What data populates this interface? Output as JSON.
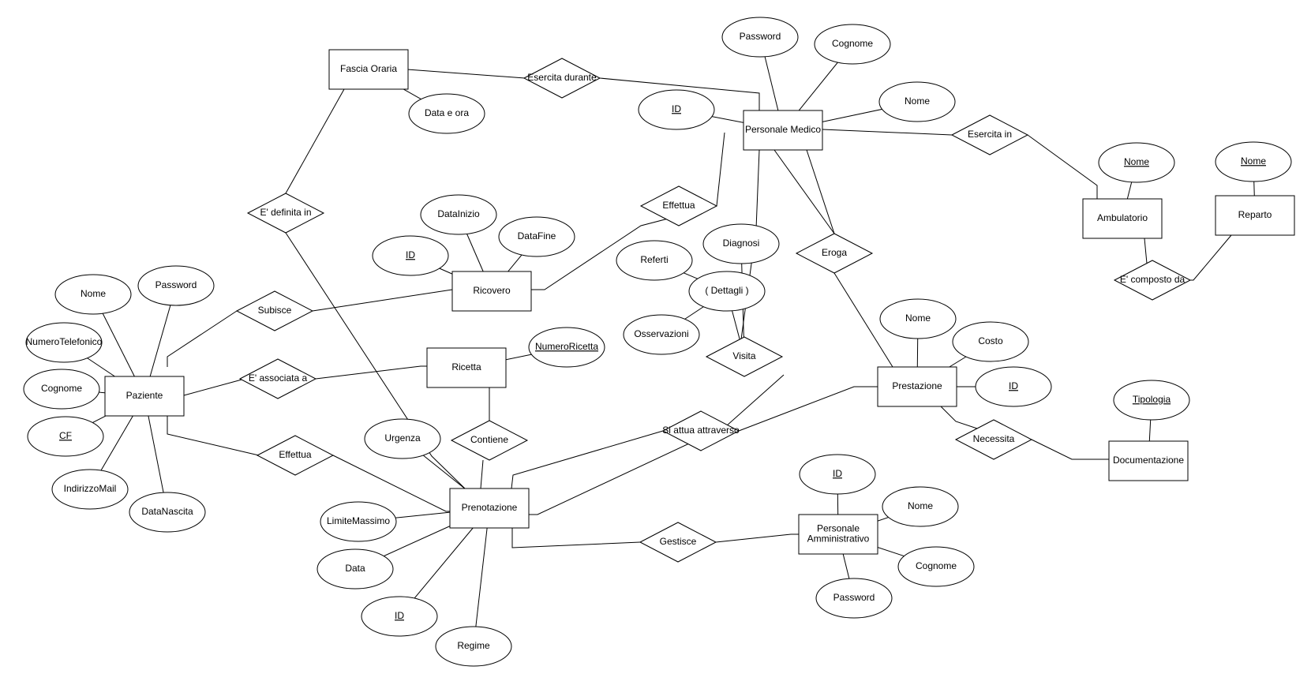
{
  "entities": [
    {
      "id": "fascia_oraria",
      "label": "Fascia Oraria"
    },
    {
      "id": "personale_medico",
      "label": "Personale Medico"
    },
    {
      "id": "ambulatorio",
      "label": "Ambulatorio"
    },
    {
      "id": "reparto",
      "label": "Reparto"
    },
    {
      "id": "ricovero",
      "label": "Ricovero"
    },
    {
      "id": "paziente",
      "label": "Paziente"
    },
    {
      "id": "ricetta",
      "label": "Ricetta"
    },
    {
      "id": "prestazione",
      "label": "Prestazione"
    },
    {
      "id": "documentazione",
      "label": "Documentazione"
    },
    {
      "id": "prenotazione",
      "label": "Prenotazione"
    },
    {
      "id": "personale_amministrativo",
      "label": "Personale Amministrativo"
    }
  ],
  "relationships": [
    {
      "id": "esercita_durante",
      "label": "Esercita durante"
    },
    {
      "id": "esercita_in",
      "label": "Esercita in"
    },
    {
      "id": "e_composto_da",
      "label": "E' composto da"
    },
    {
      "id": "e_definita_in",
      "label": "E' definita in"
    },
    {
      "id": "effettua_medico",
      "label": "Effettua"
    },
    {
      "id": "eroga",
      "label": "Eroga"
    },
    {
      "id": "subisce",
      "label": "Subisce"
    },
    {
      "id": "e_associata_a",
      "label": "E' associata a"
    },
    {
      "id": "visita",
      "label": "Visita"
    },
    {
      "id": "contiene",
      "label": "Contiene"
    },
    {
      "id": "si_attua_attraverso",
      "label": "Si attua attraverso"
    },
    {
      "id": "necessita",
      "label": "Necessita"
    },
    {
      "id": "effettua_paziente",
      "label": "Effettua"
    },
    {
      "id": "gestisce",
      "label": "Gestisce"
    }
  ],
  "attributes": [
    {
      "id": "a_password_pm",
      "label": "Password",
      "key": false
    },
    {
      "id": "a_cognome_pm",
      "label": "Cognome",
      "key": false
    },
    {
      "id": "a_nome_pm",
      "label": "Nome",
      "key": false
    },
    {
      "id": "a_id_pm",
      "label": "ID",
      "key": true
    },
    {
      "id": "a_dataora",
      "label": "Data e ora",
      "key": false
    },
    {
      "id": "a_nome_amb",
      "label": "Nome",
      "key": true
    },
    {
      "id": "a_nome_rep",
      "label": "Nome",
      "key": true
    },
    {
      "id": "a_datainizio",
      "label": "DataInizio",
      "key": false
    },
    {
      "id": "a_datafine",
      "label": "DataFine",
      "key": false
    },
    {
      "id": "a_id_ric",
      "label": "ID",
      "key": true
    },
    {
      "id": "a_diagnosi",
      "label": "Diagnosi",
      "key": false
    },
    {
      "id": "a_referti",
      "label": "Referti",
      "key": false
    },
    {
      "id": "a_dettagli",
      "label": "( Dettagli )",
      "key": false
    },
    {
      "id": "a_osservazioni",
      "label": "Osservazioni",
      "key": false
    },
    {
      "id": "a_nome_paz",
      "label": "Nome",
      "key": false
    },
    {
      "id": "a_password_paz",
      "label": "Password",
      "key": false
    },
    {
      "id": "a_numtel",
      "label": "NumeroTelefonico",
      "key": false
    },
    {
      "id": "a_cognome_paz",
      "label": "Cognome",
      "key": false
    },
    {
      "id": "a_cf",
      "label": "CF",
      "key": true
    },
    {
      "id": "a_mail",
      "label": "IndirizzoMail",
      "key": false
    },
    {
      "id": "a_datanascita",
      "label": "DataNascita",
      "key": false
    },
    {
      "id": "a_numricetta",
      "label": "NumeroRicetta",
      "key": true
    },
    {
      "id": "a_nome_pre",
      "label": "Nome",
      "key": false
    },
    {
      "id": "a_costo",
      "label": "Costo",
      "key": false
    },
    {
      "id": "a_id_pre",
      "label": "ID",
      "key": true
    },
    {
      "id": "a_tipologia",
      "label": "Tipologia",
      "key": true
    },
    {
      "id": "a_urgenza",
      "label": "Urgenza",
      "key": false
    },
    {
      "id": "a_limite",
      "label": "LimiteMassimo",
      "key": false
    },
    {
      "id": "a_data",
      "label": "Data",
      "key": false
    },
    {
      "id": "a_id_pren",
      "label": "ID",
      "key": true
    },
    {
      "id": "a_regime",
      "label": "Regime",
      "key": false
    },
    {
      "id": "a_id_pa",
      "label": "ID",
      "key": true
    },
    {
      "id": "a_nome_pa",
      "label": "Nome",
      "key": false
    },
    {
      "id": "a_cognome_pa",
      "label": "Cognome",
      "key": false
    },
    {
      "id": "a_password_pa",
      "label": "Password",
      "key": false
    }
  ]
}
